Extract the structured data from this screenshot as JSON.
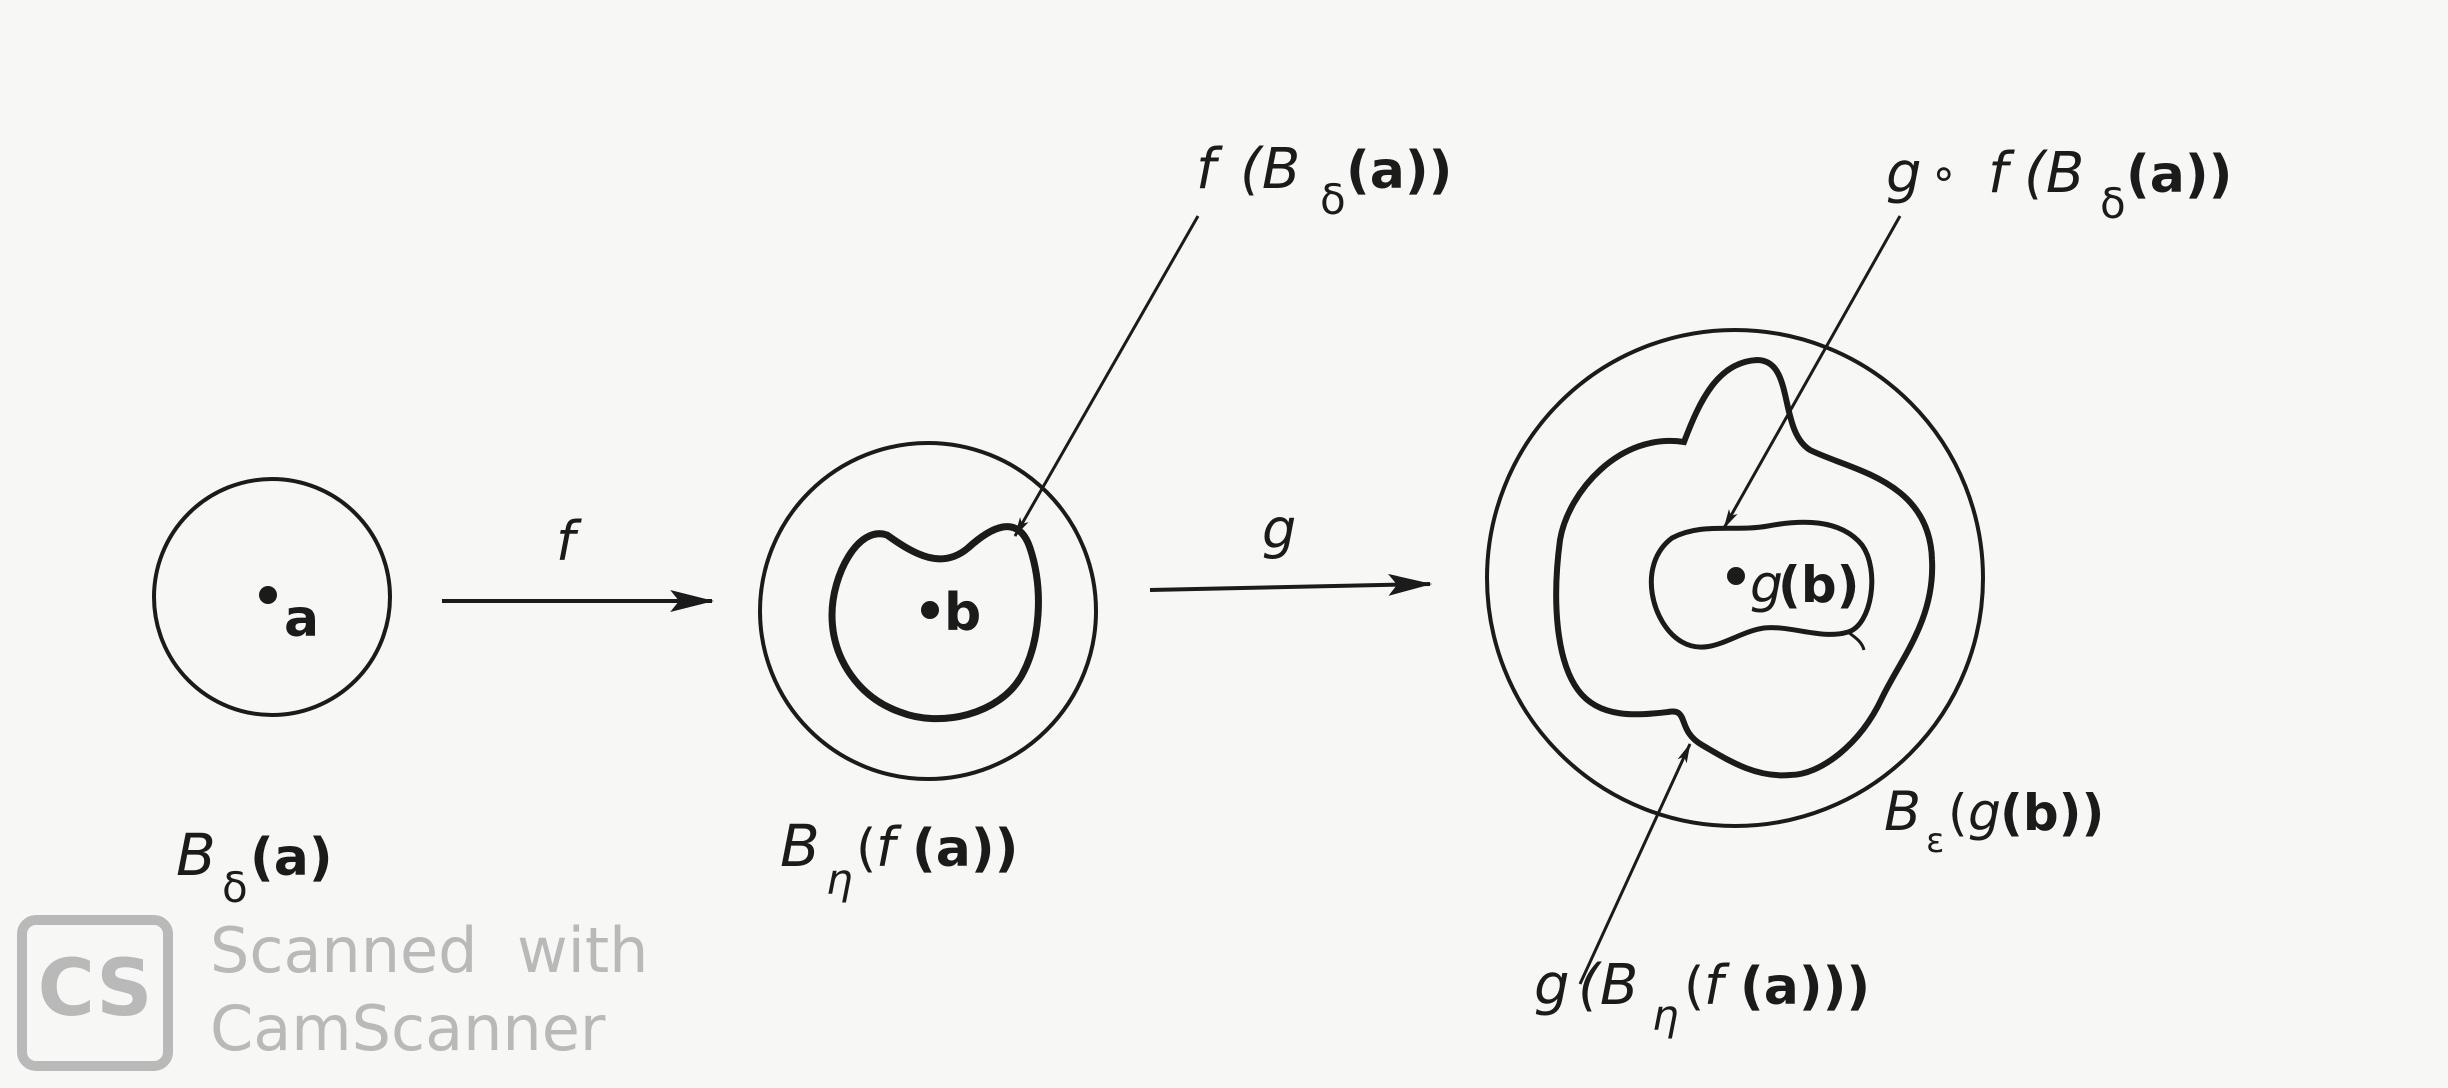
{
  "diagram": {
    "set_left": {
      "point": "a",
      "label_B": "B",
      "label_sub": "δ",
      "label_arg": "(a)"
    },
    "map_f": {
      "label": "f"
    },
    "set_middle": {
      "point": "b",
      "label_B": "B",
      "label_sub": "η",
      "label_open": "(",
      "label_f": "f",
      "label_arg": "(a))",
      "image_label_f": "f",
      "image_label_B": "(B",
      "image_label_sub": "δ",
      "image_label_arg": "(a))"
    },
    "map_g": {
      "label": "g"
    },
    "set_right": {
      "point_g": "g",
      "point_arg": "(b)",
      "label_B": "B",
      "label_sub": "ε",
      "label_open": "(",
      "label_g": "g",
      "label_arg": "(b))",
      "top_label_g": "g",
      "top_label_circ": "∘",
      "top_label_f": "f",
      "top_label_B": "(B",
      "top_label_sub": "δ",
      "top_label_arg": "(a))",
      "bottom_label_g": "g",
      "bottom_label_B": "(B",
      "bottom_label_sub": "η",
      "bottom_label_open": "(",
      "bottom_label_f": "f",
      "bottom_label_arg": "(a)))"
    }
  },
  "watermark": {
    "logo": "CS",
    "line1": "Scanned  with",
    "line2": "CamScanner"
  }
}
